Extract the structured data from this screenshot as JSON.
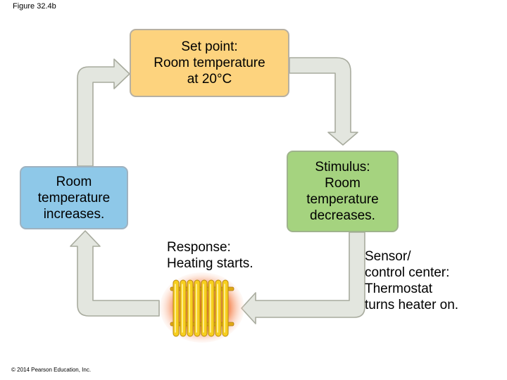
{
  "figure_label": "Figure 32.4b",
  "copyright": "© 2014 Pearson Education, Inc.",
  "nodes": {
    "set_point": "Set point:\nRoom temperature\nat 20°C",
    "stimulus": "Stimulus:\nRoom\ntemperature\ndecreases.",
    "room_increase": "Room\ntemperature\nincreases.",
    "response": "Response:\nHeating starts.",
    "sensor": "Sensor/\ncontrol center:\nThermostat\nturns heater on."
  },
  "colors": {
    "set_point_fill": "#fdd37e",
    "stimulus_fill": "#a5d37f",
    "room_fill": "#8ec8e8",
    "arrow_fill": "#e3e6df",
    "arrow_stroke": "#a8ab9e",
    "heater_glow": "#f05a1e",
    "heater_body": "#f7cf1e"
  },
  "icons": [
    "heater-radiator-icon",
    "cycle-arrow-icon"
  ]
}
